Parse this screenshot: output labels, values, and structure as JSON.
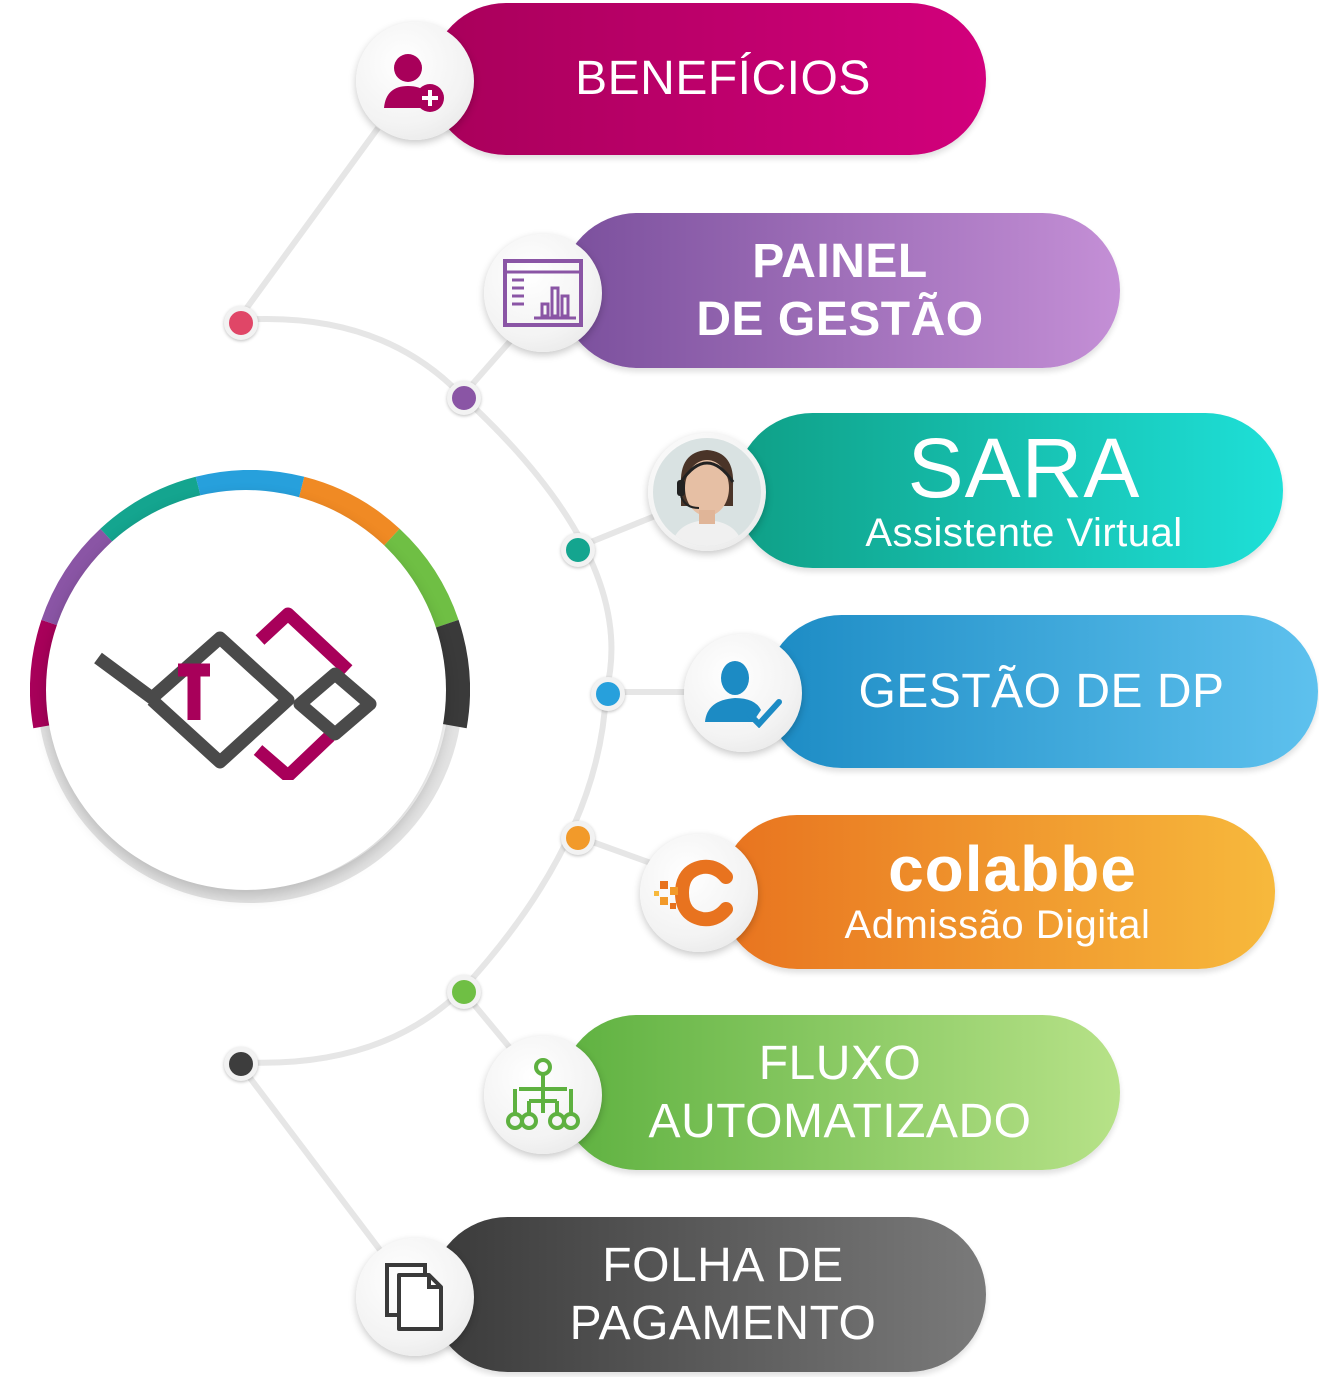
{
  "items": [
    {
      "id": "beneficios",
      "lines": [
        "BENEFÍCIOS"
      ],
      "icon": "user-plus-icon",
      "color_start": "#a8005a",
      "color_end": "#d2007c",
      "dot_color": "#e04667"
    },
    {
      "id": "painel",
      "lines": [
        "PAINEL",
        "DE GESTÃO"
      ],
      "icon": "dashboard-chart-icon",
      "color_start": "#7a4f9c",
      "color_end": "#c48fd6",
      "dot_color": "#8a55a5"
    },
    {
      "id": "sara",
      "title": "SARA",
      "subtitle": "Assistente Virtual",
      "icon": "virtual-assistant-avatar",
      "color_start": "#0f9f86",
      "color_end": "#1ee0d8",
      "dot_color": "#14a58f"
    },
    {
      "id": "gestao-dp",
      "lines": [
        "GESTÃO DE DP"
      ],
      "icon": "user-check-icon",
      "color_start": "#1c8bc4",
      "color_end": "#5ec1ee",
      "dot_color": "#27a0dc"
    },
    {
      "id": "colabbe",
      "brand": "colabbe",
      "subtitle": "Admissão Digital",
      "icon": "colabbe-logo-icon",
      "color_start": "#e8731f",
      "color_end": "#f7b93c",
      "dot_color": "#f29a2a"
    },
    {
      "id": "fluxo",
      "lines": [
        "FLUXO",
        "AUTOMATIZADO"
      ],
      "icon": "workflow-tree-icon",
      "color_start": "#5eb140",
      "color_end": "#b7e288",
      "dot_color": "#6fbf44"
    },
    {
      "id": "folha",
      "lines": [
        "FOLHA DE",
        "PAGAMENTO"
      ],
      "icon": "documents-icon",
      "color_start": "#3a3a3a",
      "color_end": "#7a7a7a",
      "dot_color": "#3d3d3d"
    }
  ],
  "hub": {
    "logo": "company-logo",
    "ring_colors": [
      "#a8005a",
      "#8a55a5",
      "#14a58f",
      "#27a0dc",
      "#f08a24",
      "#6fbf44",
      "#3a3a3a"
    ]
  }
}
